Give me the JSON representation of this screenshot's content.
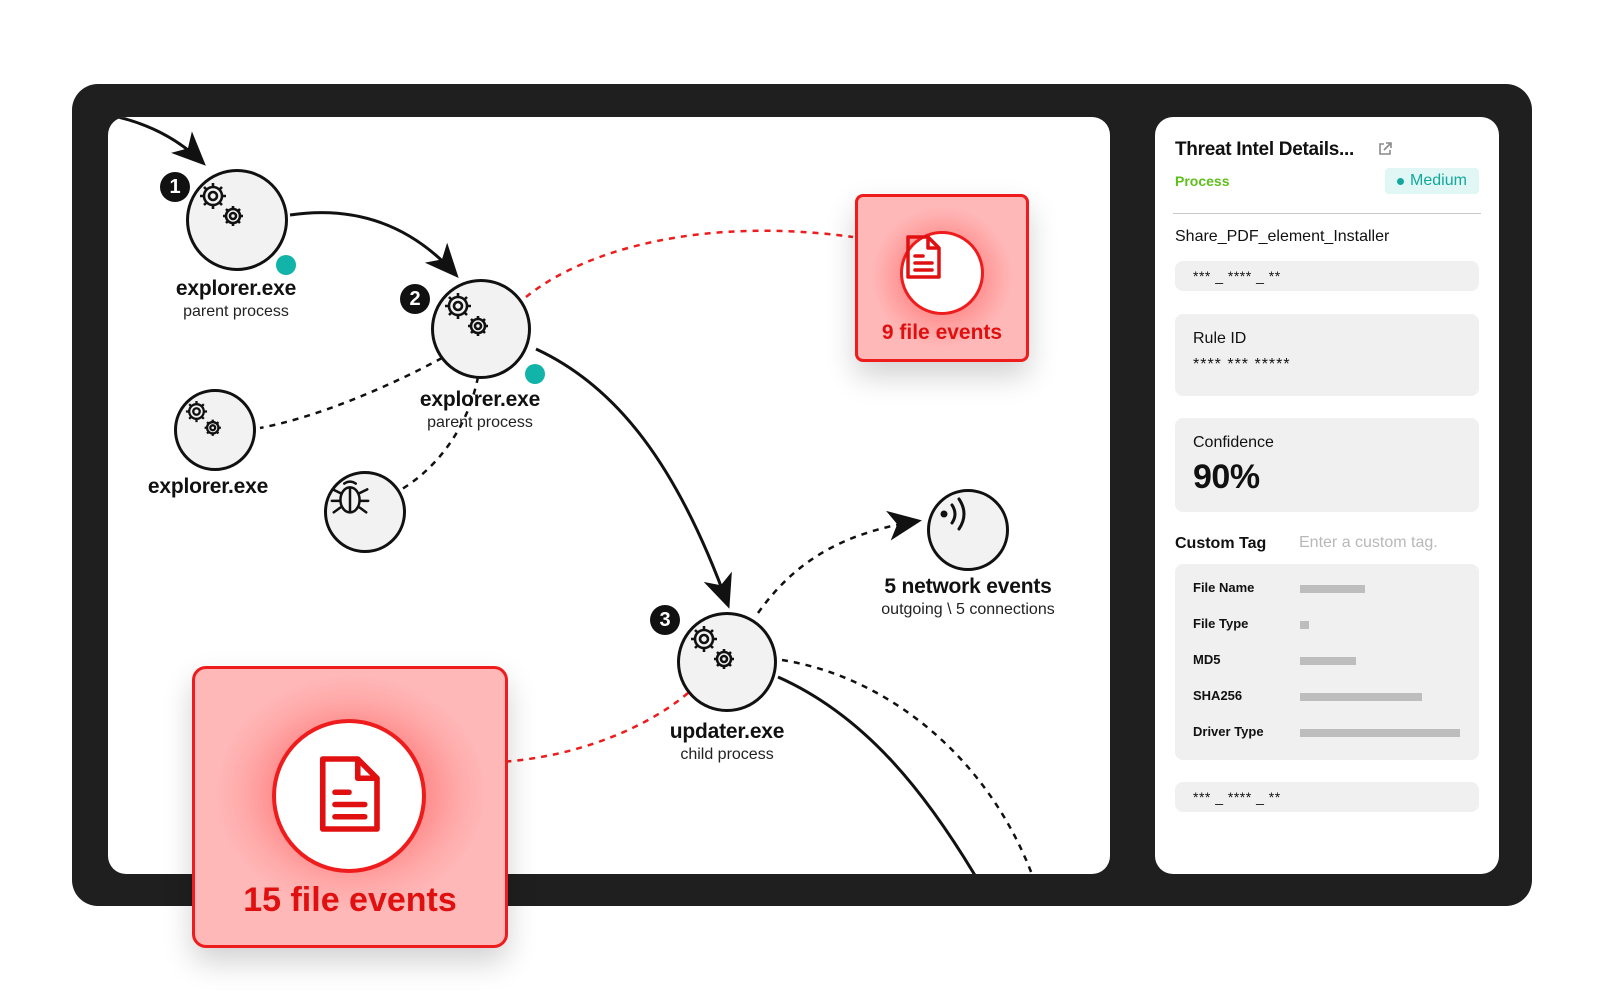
{
  "graph": {
    "nodes": [
      {
        "step": "1",
        "title": "explorer.exe",
        "subtitle": "parent process",
        "icon": "gears-icon",
        "status_color": "#12b3a8"
      },
      {
        "step": "2",
        "title": "explorer.exe",
        "subtitle": "parent process",
        "icon": "gears-icon",
        "status_color": "#12b3a8"
      },
      {
        "step": "",
        "title": "explorer.exe",
        "subtitle": "",
        "icon": "gears-icon"
      },
      {
        "step": "",
        "title": "",
        "subtitle": "",
        "icon": "bug-icon"
      },
      {
        "step": "3",
        "title": "updater.exe",
        "subtitle": "child process",
        "icon": "gears-icon"
      }
    ],
    "network": {
      "title": "5 network events",
      "subtitle": "outgoing \\ 5 connections",
      "icon": "signal-icon"
    },
    "file_events_small": {
      "label": "9 file events",
      "icon": "document-icon"
    },
    "file_events_large": {
      "label": "15 file events",
      "icon": "document-icon"
    },
    "colors": {
      "alert": "#ee1c1c",
      "alert_fill": "#ffb8b8",
      "status": "#12b3a8"
    }
  },
  "panel": {
    "title": "Threat Intel Details...",
    "type": "Process",
    "severity": "Medium",
    "name": "Share_PDF_element_Installer",
    "masked_top": "*** _ **** _ **",
    "rule": {
      "label": "Rule ID",
      "value": "**** *** *****"
    },
    "confidence": {
      "label": "Confidence",
      "value": "90%"
    },
    "custom_tag": {
      "label": "Custom Tag",
      "placeholder": "Enter a custom tag."
    },
    "meta": [
      {
        "label": "File Name",
        "fill": 0.4
      },
      {
        "label": "File Type",
        "fill": 0.06
      },
      {
        "label": "MD5",
        "fill": 0.35
      },
      {
        "label": "SHA256",
        "fill": 0.76
      },
      {
        "label": "Driver Type",
        "fill": 1.0
      }
    ],
    "masked_bottom": "*** _ **** _ **",
    "colors": {
      "type": "#5fbf1c",
      "severity": "#12a89c"
    }
  }
}
